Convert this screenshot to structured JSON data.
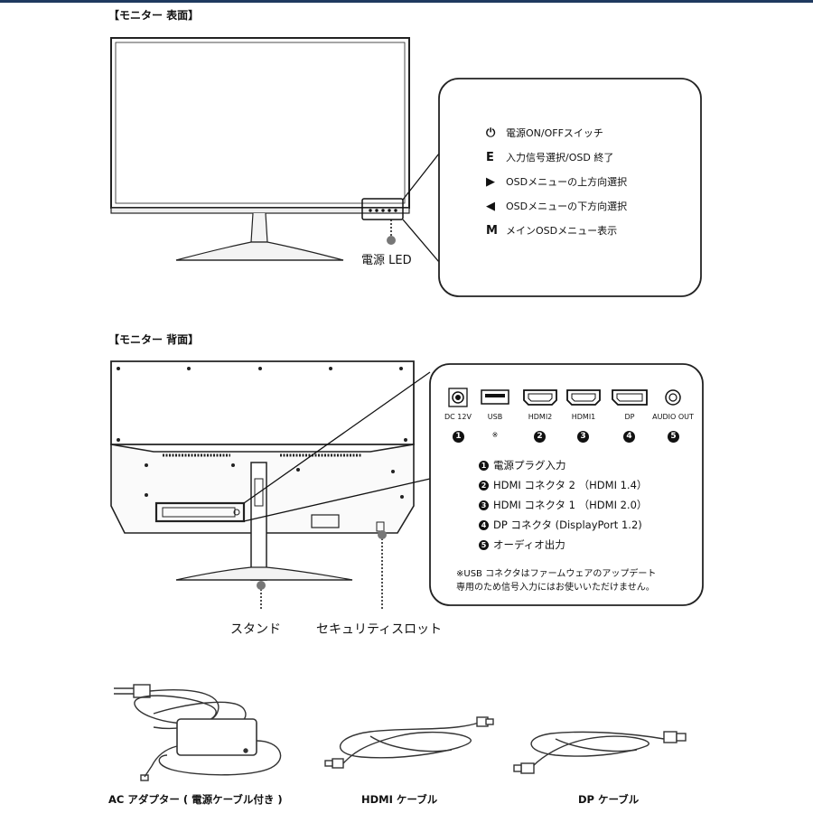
{
  "front": {
    "title": "【モニター 表面】",
    "led_label": "電源 LED",
    "controls": [
      {
        "symbol": "⏻",
        "icon": "power-icon",
        "label": "電源ON/OFFスイッチ"
      },
      {
        "symbol": "E",
        "icon": "e-letter-icon",
        "label": "入力信号選択/OSD 終了"
      },
      {
        "symbol": "▶",
        "icon": "triangle-right-icon",
        "label": "OSDメニューの上方向選択"
      },
      {
        "symbol": "◀",
        "icon": "triangle-left-icon",
        "label": "OSDメニューの下方向選択"
      },
      {
        "symbol": "M",
        "icon": "m-letter-icon",
        "label": "メインOSDメニュー表示"
      }
    ]
  },
  "back": {
    "title": "【モニター 背面】",
    "ports": [
      {
        "label": "DC 12V",
        "marker": "1"
      },
      {
        "label": "USB",
        "marker": "※"
      },
      {
        "label": "HDMI2",
        "marker": "2"
      },
      {
        "label": "HDMI1",
        "marker": "3"
      },
      {
        "label": "DP",
        "marker": "4"
      },
      {
        "label": "AUDIO OUT",
        "marker": "5"
      }
    ],
    "legend": [
      {
        "num": "1",
        "label": "電源プラグ入力"
      },
      {
        "num": "2",
        "label": "HDMI コネクタ 2 （HDMI 1.4）"
      },
      {
        "num": "3",
        "label": "HDMI コネクタ 1 （HDMI 2.0）"
      },
      {
        "num": "4",
        "label": "DP コネクタ (DisplayPort 1.2)"
      },
      {
        "num": "5",
        "label": "オーディオ出力"
      }
    ],
    "note_line1": "※USB コネクタはファームウェアのアップデート",
    "note_line2": "専用のため信号入力にはお使いいただけません。",
    "stand_label": "スタンド",
    "security_label": "セキュリティスロット"
  },
  "accessories": {
    "ac_adapter": "AC アダプター ( 電源ケーブル付き )",
    "hdmi_cable": "HDMI ケーブル",
    "dp_cable": "DP ケーブル"
  }
}
